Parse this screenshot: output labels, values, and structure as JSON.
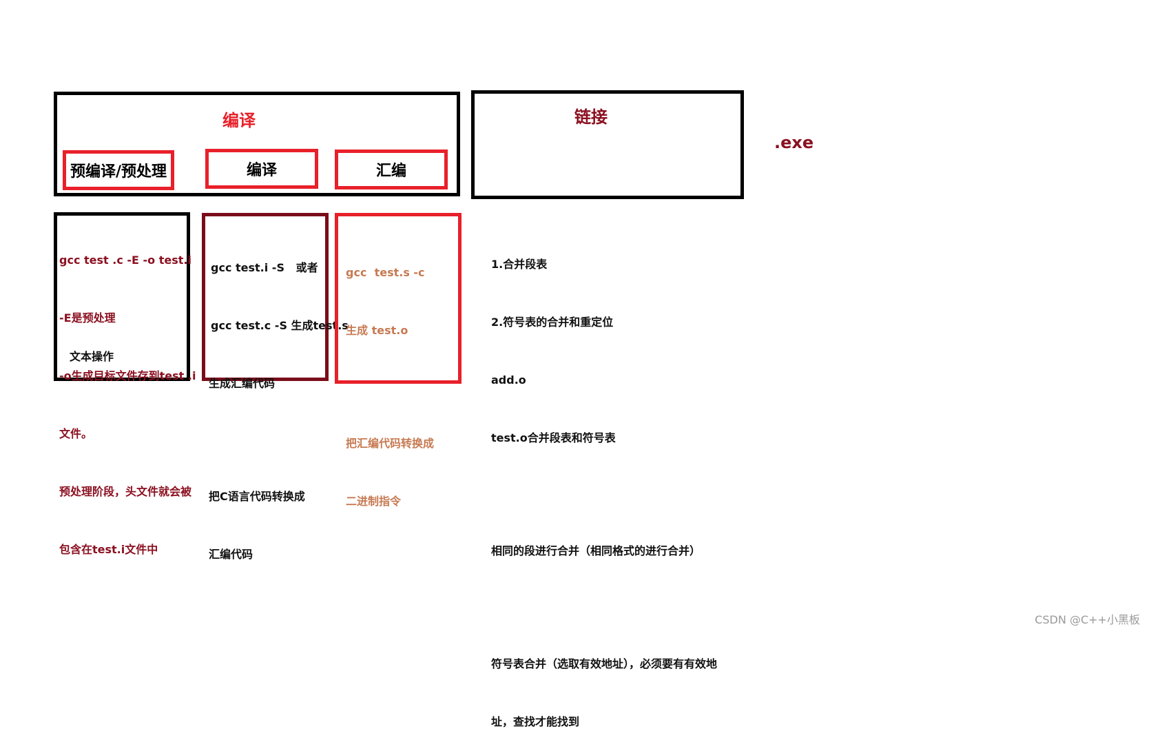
{
  "compile_group": {
    "title": "编译",
    "stages": [
      "预编译/预处理",
      "编译",
      "汇编"
    ]
  },
  "link_group": {
    "title": "链接"
  },
  "exe_label": ".exe",
  "notes": {
    "preprocess": [
      "gcc test .c -E -o test.i",
      "-E是预处理",
      "-o生成目标文件存到test .i",
      "文件。",
      "预处理阶段，头文件就会被",
      "包含在test.i文件中"
    ],
    "preprocess_footer": "文本操作",
    "compile": [
      "gcc test.i -S   或者",
      "gcc test.c -S 生成test.s",
      "生成汇编代码",
      "",
      "把C语言代码转换成",
      "汇编代码"
    ],
    "assemble": [
      "gcc  test.s -c",
      "生成 test.o",
      "",
      "把汇编代码转换成",
      "二进制指令"
    ],
    "link": [
      "1.合并段表",
      "2.符号表的合并和重定位",
      "add.o",
      "test.o合并段表和符号表",
      "",
      "相同的段进行合并（相同格式的进行合并）",
      "",
      "符号表合并（选取有效地址），必须要有有效地",
      "址，查找才能找到"
    ]
  },
  "watermark": "CSDN @C++小黑板",
  "colors": {
    "red": "#e8202a",
    "dark_red": "#8b1020",
    "tan": "#c77a52",
    "black": "#000000"
  }
}
